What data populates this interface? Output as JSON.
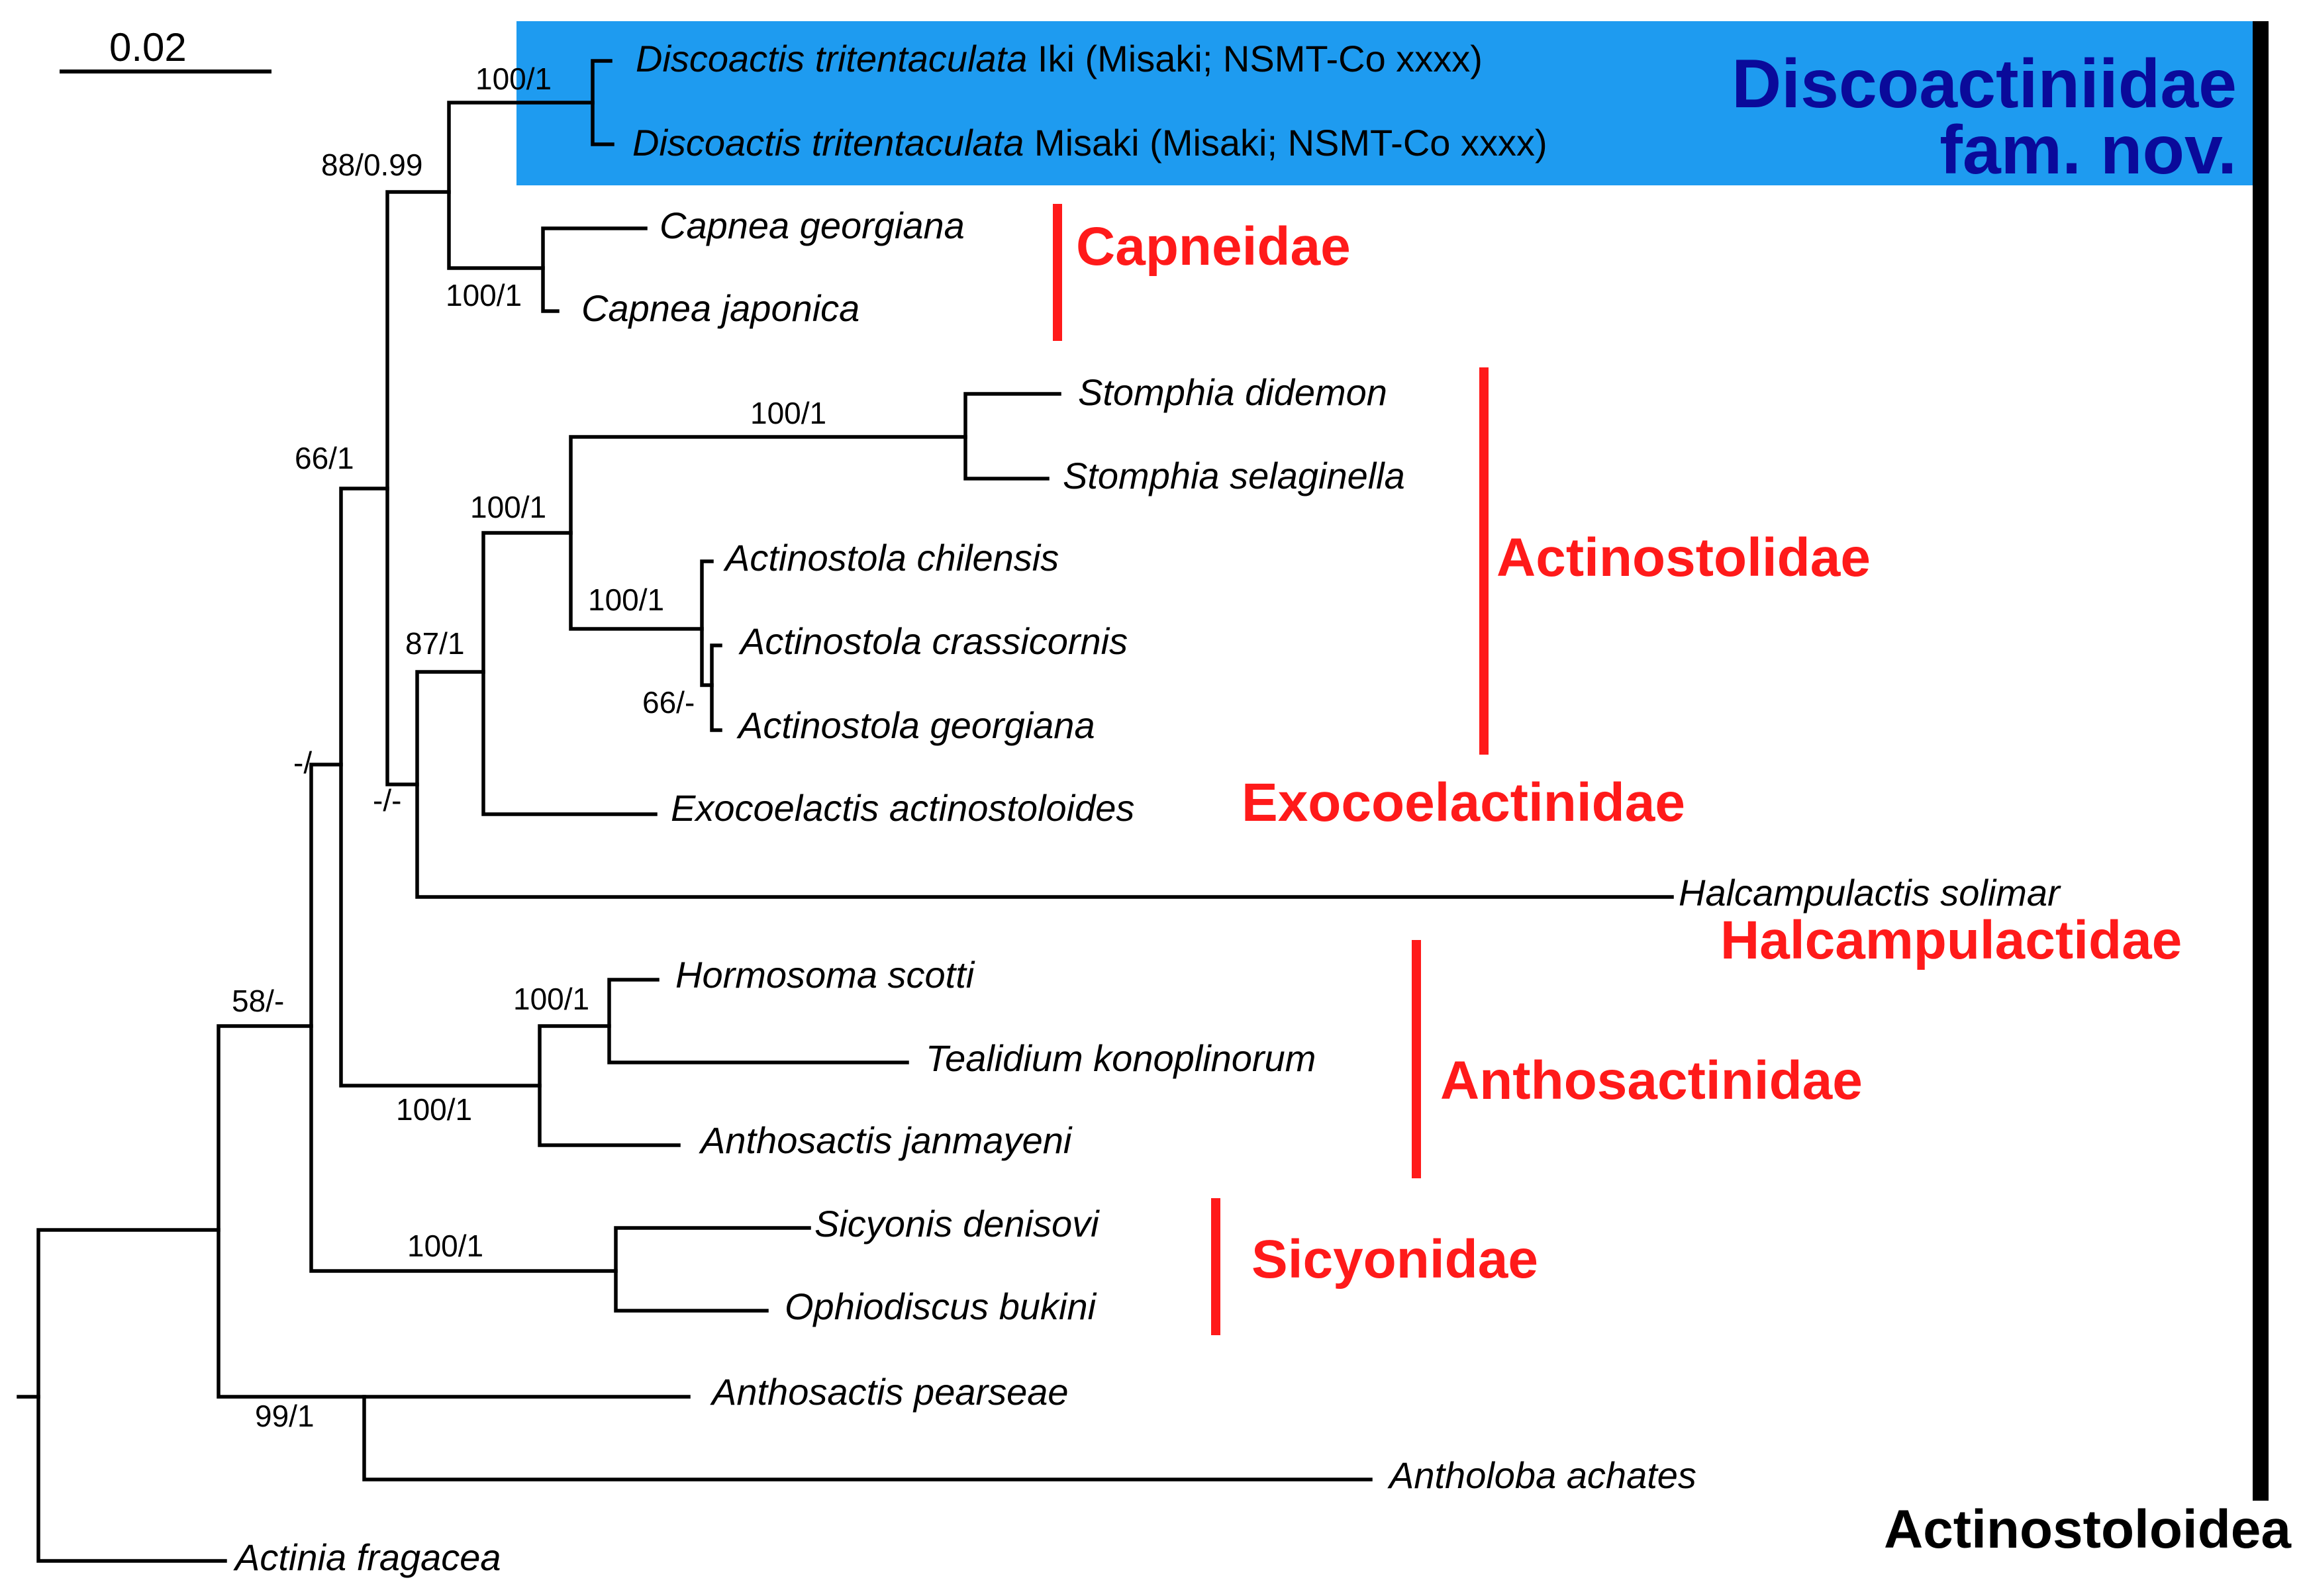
{
  "scale_bar": {
    "label": "0.02"
  },
  "taxa": {
    "discoactis_iki": {
      "genus_species": "Discoactis tritentaculata",
      "rest": " Iki (Misaki; NSMT-Co xxxx)"
    },
    "discoactis_misaki": {
      "genus_species": "Discoactis tritentaculata",
      "rest": " Misaki (Misaki; NSMT-Co xxxx)"
    },
    "capnea_georgiana": "Capnea georgiana",
    "capnea_japonica": "Capnea japonica",
    "stomphia_didemon": "Stomphia didemon",
    "stomphia_selaginella": "Stomphia selaginella",
    "actinostola_chilensis": "Actinostola chilensis",
    "actinostola_crassicornis": "Actinostola crassicornis",
    "actinostola_georgiana": "Actinostola georgiana",
    "exocoelactis_actinostoloides": "Exocoelactis actinostoloides",
    "halcampulactis_solimar": "Halcampulactis solimar",
    "hormosoma_scotti": "Hormosoma scotti",
    "tealidium_konoplinorum": "Tealidium konoplinorum",
    "anthosactis_janmayeni": "Anthosactis janmayeni",
    "sicyonis_denisovi": "Sicyonis denisovi",
    "ophiodiscus_bukini": "Ophiodiscus bukini",
    "anthosactis_pearseae": "Anthosactis pearseae",
    "antholoba_achates": "Antholoba achates",
    "actinia_fragacea": "Actinia fragacea"
  },
  "support_values": {
    "discoactis_clade": "100/1",
    "capnea_clade": "100/1",
    "discoactis_capnea_clade": "88/0.99",
    "stomphia_clade": "100/1",
    "stomphia_actinostola_clade": "100/1",
    "actinostola_clade": "100/1",
    "crassicornis_georgiana_clade": "66/-",
    "actinostolidae_exocoelactis_clade": "87/1",
    "halcampulactis_clade": "-/-",
    "upper_clade": "66/1",
    "anthosactinidae_inner_clade": "100/1",
    "anthosactinidae_clade": "100/1",
    "upper_anthosactinidae_clade": "-/-",
    "sicyonidae_clade": "100/1",
    "actinostoloidea_clade": "58/-",
    "pearseae_achates_clade": "99/1"
  },
  "families": {
    "discoactiniidae_line1": "Discoactiniidae",
    "discoactiniidae_line2": "fam. nov.",
    "capneidae": "Capneidae",
    "actinostolidae": "Actinostolidae",
    "exocoelactinidae": "Exocoelactinidae",
    "halcampulactidae": "Halcampulactidae",
    "anthosactinidae": "Anthosactinidae",
    "sicyonidae": "Sicyonidae"
  },
  "superfamily": "Actinostoloidea",
  "colors": {
    "highlight_box": "#1e9bf0",
    "new_family_text": "#0a0a9a",
    "family_text": "#ff1a1a",
    "branch": "#000000"
  }
}
